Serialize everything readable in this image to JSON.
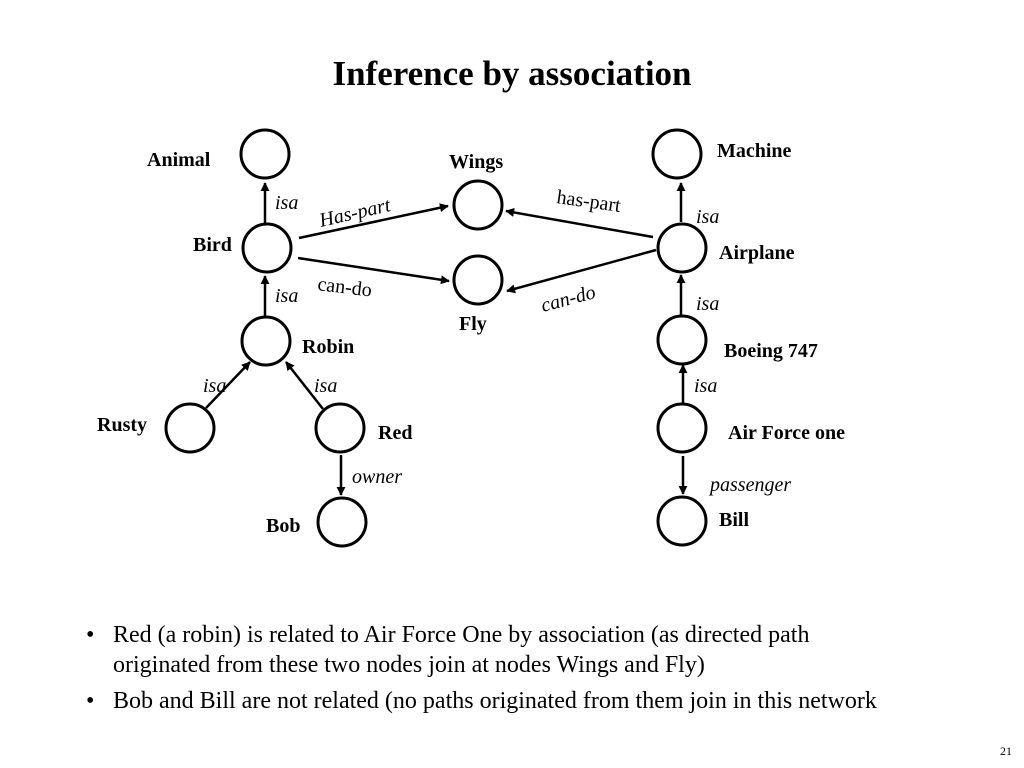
{
  "slide": {
    "title": "Inference by association",
    "page_number": "21"
  },
  "diagram": {
    "nodes": [
      {
        "id": "animal",
        "label": "Animal"
      },
      {
        "id": "bird",
        "label": "Bird"
      },
      {
        "id": "robin",
        "label": "Robin"
      },
      {
        "id": "rusty",
        "label": "Rusty"
      },
      {
        "id": "red",
        "label": "Red"
      },
      {
        "id": "bob",
        "label": "Bob"
      },
      {
        "id": "wings",
        "label": "Wings"
      },
      {
        "id": "fly",
        "label": "Fly"
      },
      {
        "id": "machine",
        "label": "Machine"
      },
      {
        "id": "airplane",
        "label": "Airplane"
      },
      {
        "id": "boeing",
        "label": "Boeing 747"
      },
      {
        "id": "airforce",
        "label": "Air Force one"
      },
      {
        "id": "bill",
        "label": "Bill"
      }
    ],
    "edges": [
      {
        "from": "bird",
        "to": "animal",
        "label": "isa"
      },
      {
        "from": "robin",
        "to": "bird",
        "label": "isa"
      },
      {
        "from": "rusty",
        "to": "robin",
        "label": "isa"
      },
      {
        "from": "red",
        "to": "robin",
        "label": "isa"
      },
      {
        "from": "red",
        "to": "bob",
        "label": "owner"
      },
      {
        "from": "bird",
        "to": "wings",
        "label": "Has-part"
      },
      {
        "from": "bird",
        "to": "fly",
        "label": "can-do"
      },
      {
        "from": "airplane",
        "to": "wings",
        "label": "has-part"
      },
      {
        "from": "airplane",
        "to": "fly",
        "label": "can-do"
      },
      {
        "from": "airplane",
        "to": "machine",
        "label": "isa"
      },
      {
        "from": "boeing",
        "to": "airplane",
        "label": "isa"
      },
      {
        "from": "airforce",
        "to": "boeing",
        "label": "isa"
      },
      {
        "from": "airforce",
        "to": "bill",
        "label": "passenger"
      }
    ]
  },
  "bullets": [
    {
      "marker": "•",
      "text": "Red (a robin) is related to Air Force One by association (as directed path originated from these two nodes join at nodes Wings and Fly)"
    },
    {
      "marker": "•",
      "text": "Bob and Bill are not related (no paths originated from them join in this network"
    }
  ]
}
